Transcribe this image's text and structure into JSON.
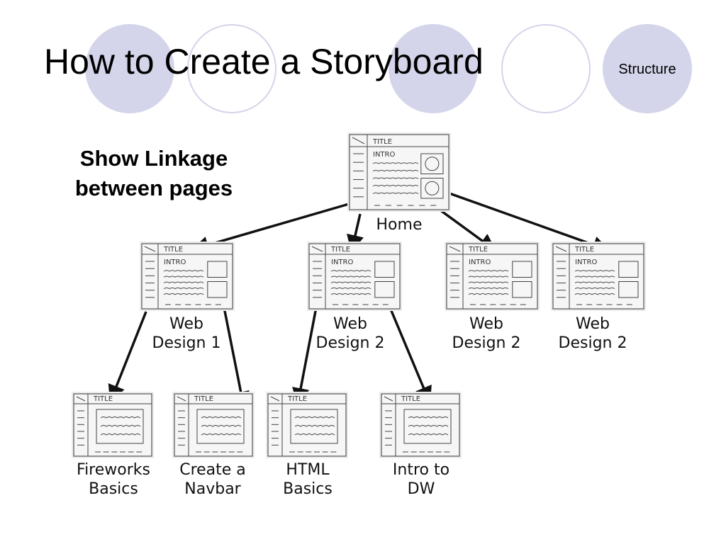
{
  "slide": {
    "title": "How to Create a Storyboard",
    "section": "Structure",
    "subtitle_line1": "Show Linkage",
    "subtitle_line2": "between pages"
  },
  "colors": {
    "circle_fill": "#d4d4ea",
    "circle_outline": "#d4d4ea",
    "arrow": "#111111"
  },
  "diagram": {
    "wireframe_header_text": "TITLE",
    "wireframe_intro_text": "INTRO",
    "nodes": [
      {
        "id": "home",
        "kind": "large",
        "label": [
          "Home"
        ]
      },
      {
        "id": "web1",
        "kind": "medium",
        "label": [
          "Web",
          "Design 1"
        ]
      },
      {
        "id": "web2a",
        "kind": "medium",
        "label": [
          "Web",
          "Design 2"
        ]
      },
      {
        "id": "web2b",
        "kind": "medium",
        "label": [
          "Web",
          "Design 2"
        ]
      },
      {
        "id": "web2c",
        "kind": "medium",
        "label": [
          "Web",
          "Design 2"
        ]
      },
      {
        "id": "fireworks",
        "kind": "small",
        "label": [
          "Fireworks",
          "Basics"
        ]
      },
      {
        "id": "navbar",
        "kind": "small",
        "label": [
          "Create a",
          "Navbar"
        ]
      },
      {
        "id": "html",
        "kind": "small",
        "label": [
          "HTML",
          "Basics"
        ]
      },
      {
        "id": "dw",
        "kind": "small",
        "label": [
          "Intro to",
          "DW"
        ]
      }
    ],
    "links": [
      {
        "from": "home",
        "to": "web1"
      },
      {
        "from": "home",
        "to": "web2a"
      },
      {
        "from": "home",
        "to": "web2b"
      },
      {
        "from": "home",
        "to": "web2c"
      },
      {
        "from": "web1",
        "to": "fireworks"
      },
      {
        "from": "web1",
        "to": "navbar"
      },
      {
        "from": "web2a",
        "to": "html"
      },
      {
        "from": "web2a",
        "to": "dw"
      }
    ]
  }
}
